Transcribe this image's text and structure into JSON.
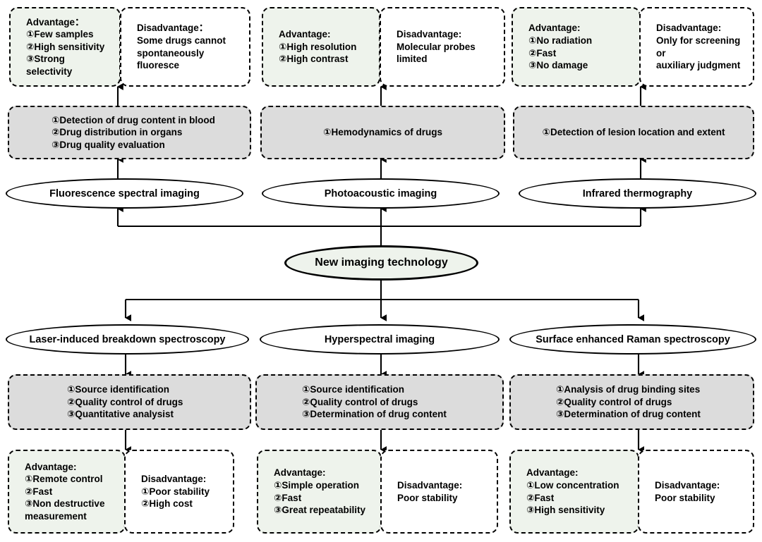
{
  "diagram": {
    "title": "New imaging technology",
    "colors": {
      "advantage_fill": "#eef3ec",
      "application_fill": "#dcdcdc",
      "disadvantage_fill": "#ffffff",
      "stroke": "#000000",
      "root_fill": "#eef3ec"
    },
    "root": {
      "label": "New imaging technology"
    },
    "upper_branches": [
      {
        "ellipse": "Fluorescence spectral imaging",
        "applications": "①Detection of drug content in blood\n②Drug distribution in organs\n③Drug quality evaluation",
        "advantage": "Advantage：\n①Few samples\n②High sensitivity\n③Strong selectivity",
        "disadvantage": "Disadvantage：\nSome drugs cannot\nspontaneously\nfluoresce"
      },
      {
        "ellipse": "Photoacoustic imaging",
        "applications": "①Hemodynamics of drugs",
        "advantage": "Advantage:\n①High resolution\n②High contrast",
        "disadvantage": "Disadvantage:\nMolecular probes\nlimited"
      },
      {
        "ellipse": "Infrared thermography",
        "applications": "①Detection of lesion location and extent",
        "advantage": "Advantage:\n①No radiation\n②Fast\n③No damage",
        "disadvantage": "Disadvantage:\nOnly for screening or\nauxiliary judgment"
      }
    ],
    "lower_branches": [
      {
        "ellipse": "Laser-induced breakdown spectroscopy",
        "applications": "①Source identification\n②Quality control of drugs\n③Quantitative analysist",
        "advantage": "Advantage:\n①Remote control\n②Fast\n③Non destructive\nmeasurement",
        "disadvantage": "Disadvantage:\n①Poor stability\n②High cost"
      },
      {
        "ellipse": "Hyperspectral imaging",
        "applications": "①Source identification\n②Quality control of drugs\n③Determination of drug content",
        "advantage": "Advantage:\n①Simple operation\n②Fast\n③Great repeatability",
        "disadvantage": "Disadvantage:\n     Poor stability"
      },
      {
        "ellipse": "Surface enhanced Raman spectroscopy",
        "applications": "①Analysis of drug binding sites\n②Quality control of drugs\n③Determination of drug content",
        "advantage": "Advantage:\n①Low concentration\n②Fast\n③High sensitivity",
        "disadvantage": "Disadvantage:\n     Poor stability"
      }
    ]
  }
}
